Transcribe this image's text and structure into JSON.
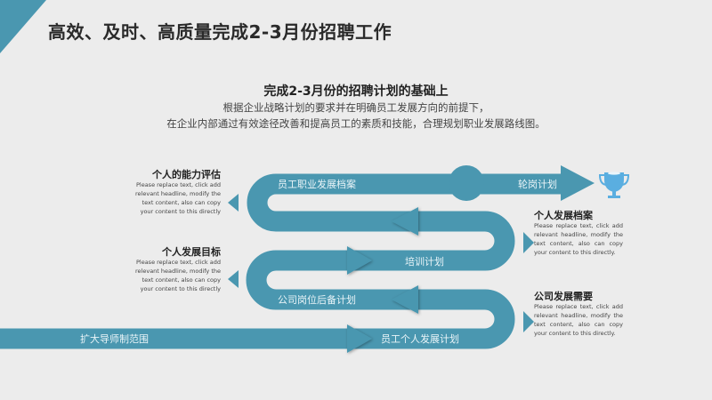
{
  "header": {
    "title": "高效、及时、高质量完成2-3月份招聘工作"
  },
  "intro": {
    "heading": "完成2-3月份的招聘计划的基础上",
    "line1": "根据企业战略计划的要求并在明确员工发展方向的前提下，",
    "line2": "在企业内部通过有效途径改善和提高员工的素质和技能，合理规划职业发展路线图。"
  },
  "path_labels": {
    "band1": "员工职业发展档案",
    "band1_end": "轮岗计划",
    "band3": "培训计划",
    "band4": "公司岗位后备计划",
    "band5_left": "扩大导师制范围",
    "band5_right": "员工个人发展计划"
  },
  "left_items": [
    {
      "title": "个人的能力评估",
      "text": "Please replace text, click add relevant headline, modify the text content, also can copy your content to this directly"
    },
    {
      "title": "个人发展目标",
      "text": "Please replace text, click add relevant headline, modify the text content, also can copy your content to this directly"
    }
  ],
  "right_items": [
    {
      "title": "个人发展档案",
      "text": "Please replace text, click add relevant headline, modify the text content, also can copy your content to this directly."
    },
    {
      "title": "公司发展需要",
      "text": "Please replace text, click add relevant headline, modify the text content, also can copy your content to this directly."
    }
  ],
  "colors": {
    "accent": "#4a97b0",
    "trophy": "#5aaee0",
    "background": "#ececec"
  },
  "icons": {
    "goal": "trophy-icon"
  }
}
